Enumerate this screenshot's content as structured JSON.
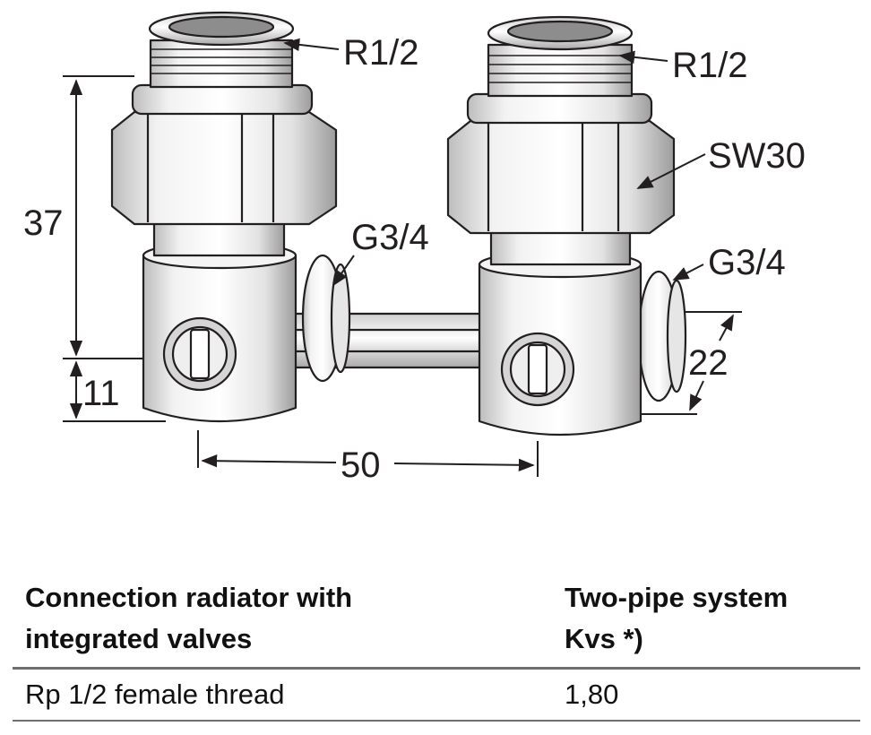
{
  "drawing": {
    "labels": {
      "thread_left": "R1/2",
      "thread_right": "R1/2",
      "wrench_size": "SW30",
      "connection_left": "G3/4",
      "connection_right": "G3/4"
    },
    "dimensions": {
      "height_to_thread": "37",
      "bottom_offset": "11",
      "center_distance": "50",
      "depth": "22"
    }
  },
  "table": {
    "headers": [
      "Connection radiator with integrated valves",
      "Two-pipe system Kvs *)"
    ],
    "header_lines": [
      [
        "Connection radiator with",
        "integrated valves"
      ],
      [
        "Two-pipe system",
        "Kvs *)"
      ]
    ],
    "rows": [
      [
        "Rp 1/2 female thread",
        "1,80"
      ]
    ]
  }
}
